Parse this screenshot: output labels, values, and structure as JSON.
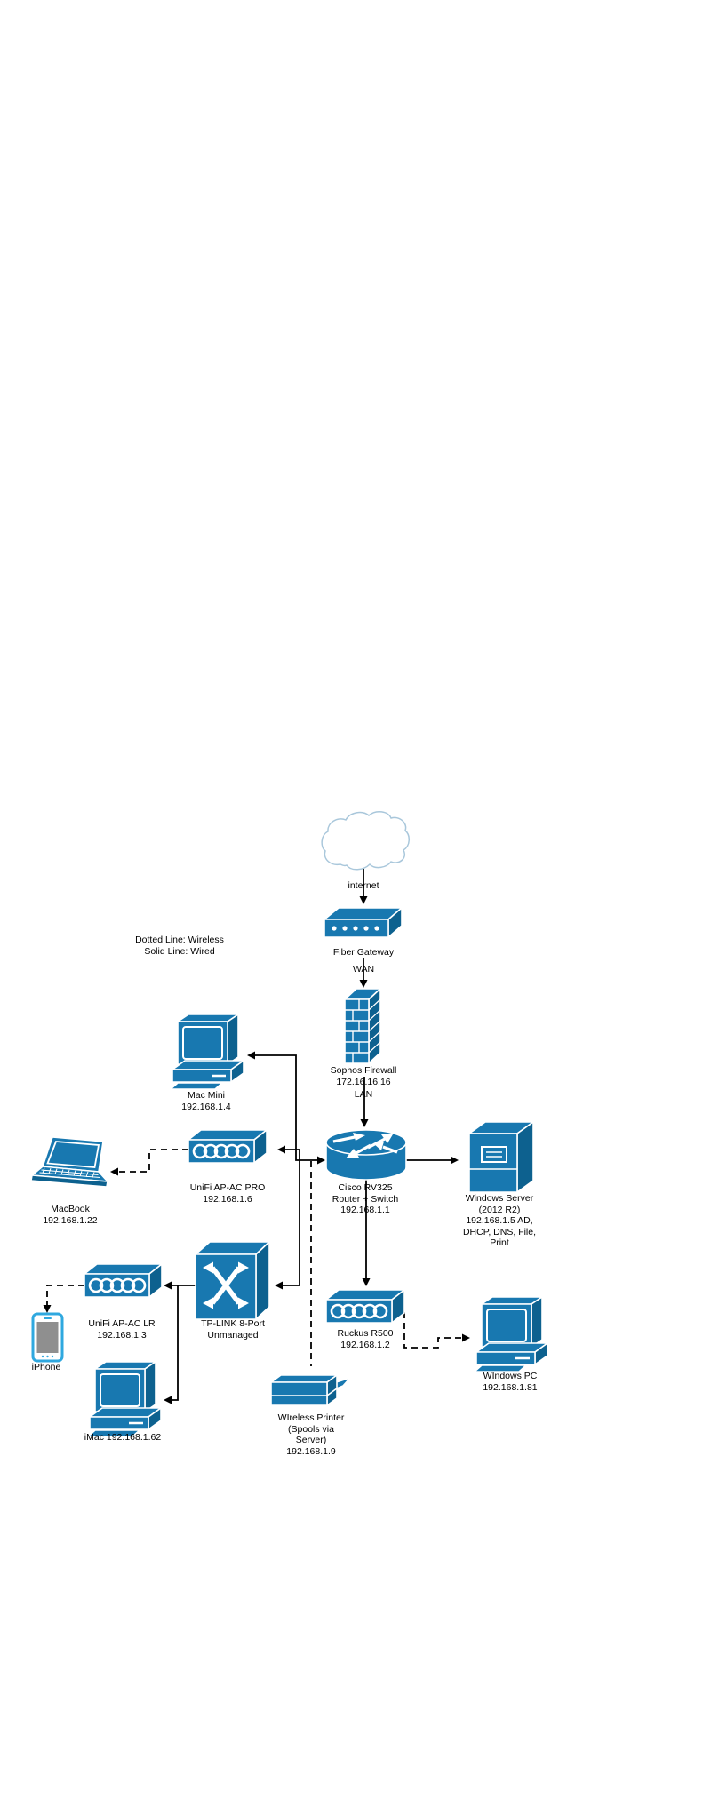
{
  "diagram": {
    "legend": {
      "text": "Dotted Line: Wireless\nSolid Line: Wired"
    },
    "nodes": {
      "internet": {
        "label": "internet",
        "icon": "cloud-icon"
      },
      "fiber_gateway": {
        "label": "Fiber Gateway",
        "icon": "gateway-icon"
      },
      "wan_link": {
        "label": "WAN"
      },
      "sophos_firewall": {
        "label": "Sophos Firewall\n172.16.16.16",
        "icon": "firewall-icon"
      },
      "lan_link": {
        "label": "LAN"
      },
      "cisco_router": {
        "label": "Cisco RV325\nRouter + Switch\n192.168.1.1",
        "icon": "router-icon"
      },
      "windows_server": {
        "label": "Windows Server\n(2012 R2)\n192.168.1.5 AD,\nDHCP, DNS, File,\nPrint",
        "icon": "server-tower-icon"
      },
      "mac_mini": {
        "label": "Mac Mini\n192.168.1.4",
        "icon": "desktop-computer-icon"
      },
      "unifi_ap_pro": {
        "label": "UniFi AP-AC PRO\n192.168.1.6",
        "icon": "access-point-icon"
      },
      "macbook": {
        "label": "MacBook\n192.168.1.22",
        "icon": "laptop-icon"
      },
      "unifi_ap_lr": {
        "label": "UniFi AP-AC LR\n192.168.1.3",
        "icon": "access-point-icon"
      },
      "tplink_switch": {
        "label": "TP-LINK 8-Port\nUnmanaged",
        "icon": "switch-icon"
      },
      "ruckus_ap": {
        "label": "Ruckus R500\n192.168.1.2",
        "icon": "access-point-icon"
      },
      "iphone": {
        "label": "iPhone",
        "icon": "smartphone-icon"
      },
      "imac": {
        "label": "iMac 192.168.1.62",
        "icon": "desktop-computer-icon"
      },
      "wireless_printer": {
        "label": "WIreless Printer\n(Spools via\nServer)\n192.168.1.9",
        "icon": "printer-icon"
      },
      "windows_pc": {
        "label": "WIndows PC\n192.168.1.81",
        "icon": "desktop-computer-icon"
      }
    },
    "colors": {
      "device_blue": "#1878B0",
      "device_blue_dark": "#0D618F",
      "cloud_outline": "#A9C7DB",
      "iphone_blue": "#2FA8DF",
      "screen_gray": "#8F8F8F",
      "connector": "#000000"
    }
  }
}
